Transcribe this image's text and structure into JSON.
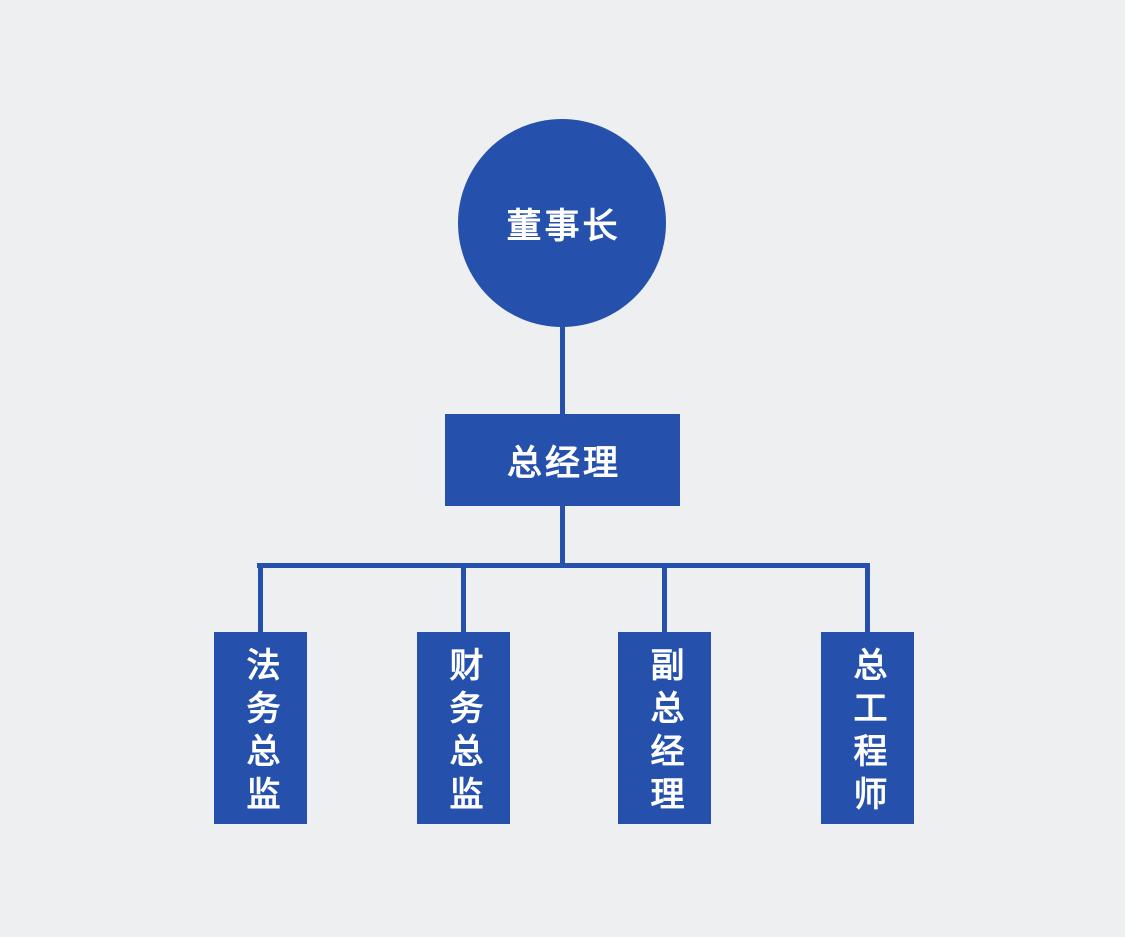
{
  "org_chart": {
    "type": "org-chart",
    "root": {
      "label": "董事长"
    },
    "level2": {
      "label": "总经理"
    },
    "level3": [
      {
        "label": "法务总监"
      },
      {
        "label": "财务总监"
      },
      {
        "label": "副总经理"
      },
      {
        "label": "总工程师"
      }
    ]
  },
  "colors": {
    "background": "#eeeff0",
    "node_fill": "#2551ad",
    "connector": "#2551ad",
    "text": "#ffffff"
  }
}
